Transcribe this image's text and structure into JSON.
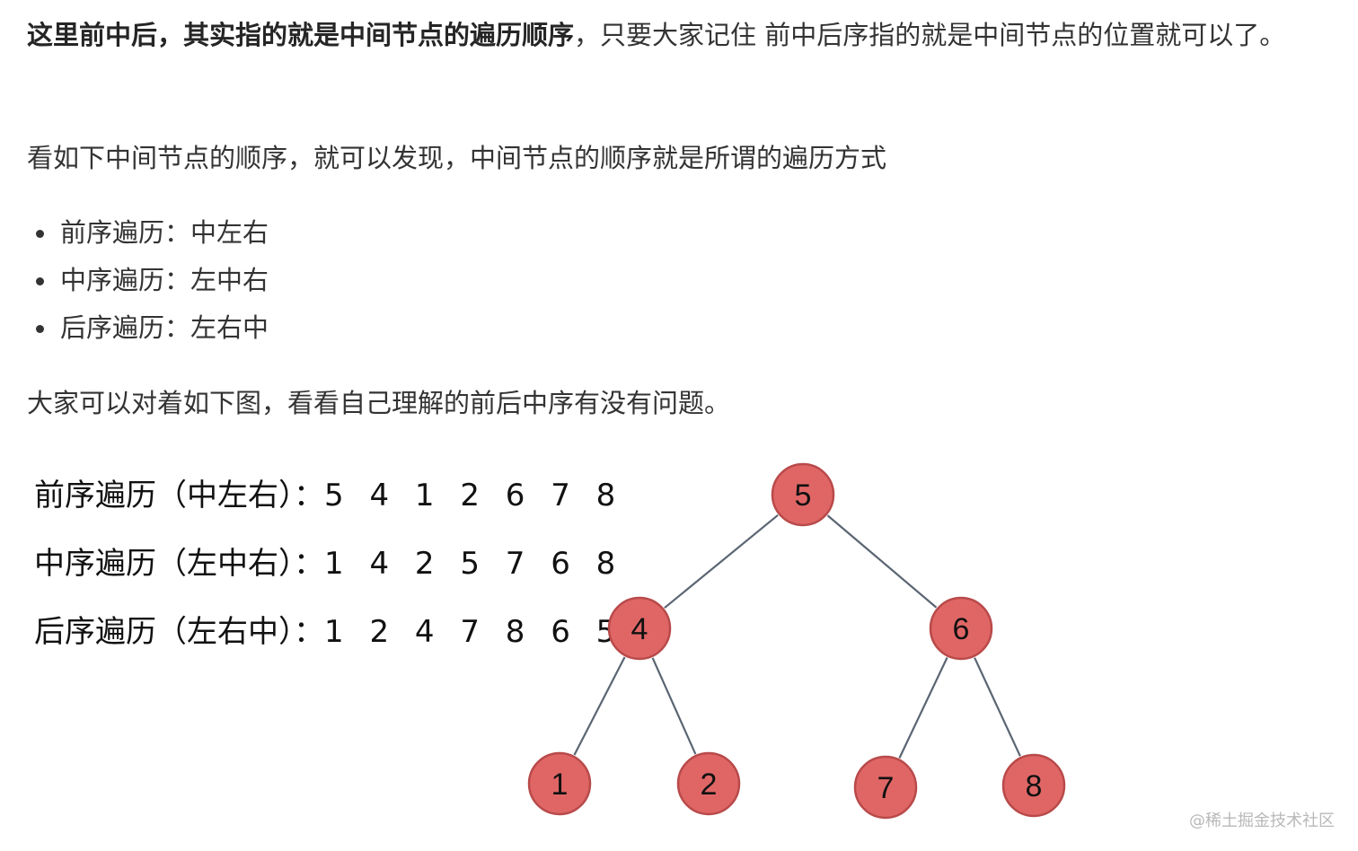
{
  "paragraph1": {
    "bold": "这里前中后，其实指的就是中间节点的遍历顺序",
    "rest": "，只要大家记住 前中后序指的就是中间节点的位置就可以了。"
  },
  "paragraph2": "看如下中间节点的顺序，就可以发现，中间节点的顺序就是所谓的遍历方式",
  "bullets": [
    "前序遍历：中左右",
    "中序遍历：左中右",
    "后序遍历：左右中"
  ],
  "paragraph3": "大家可以对着如下图，看看自己理解的前后中序有没有问题。",
  "figure": {
    "traversals": [
      {
        "label": "前序遍历（中左右）：",
        "sequence": "5 4 1 2 6 7 8"
      },
      {
        "label": "中序遍历（左中右）：",
        "sequence": "1 4 2 5 7 6 8"
      },
      {
        "label": "后序遍历（左右中）：",
        "sequence": "1 2 4 7 8 6 5"
      }
    ],
    "tree": {
      "node_color": "#e06666",
      "node_stroke": "#b94a4a",
      "edge_color": "#5a6573",
      "nodes": [
        {
          "id": "n5",
          "label": "5"
        },
        {
          "id": "n4",
          "label": "4"
        },
        {
          "id": "n6",
          "label": "6"
        },
        {
          "id": "n1",
          "label": "1"
        },
        {
          "id": "n2",
          "label": "2"
        },
        {
          "id": "n7",
          "label": "7"
        },
        {
          "id": "n8",
          "label": "8"
        }
      ],
      "edges": [
        [
          "n5",
          "n4"
        ],
        [
          "n5",
          "n6"
        ],
        [
          "n4",
          "n1"
        ],
        [
          "n4",
          "n2"
        ],
        [
          "n6",
          "n7"
        ],
        [
          "n6",
          "n8"
        ]
      ]
    }
  },
  "watermark": "@稀土掘金技术社区"
}
